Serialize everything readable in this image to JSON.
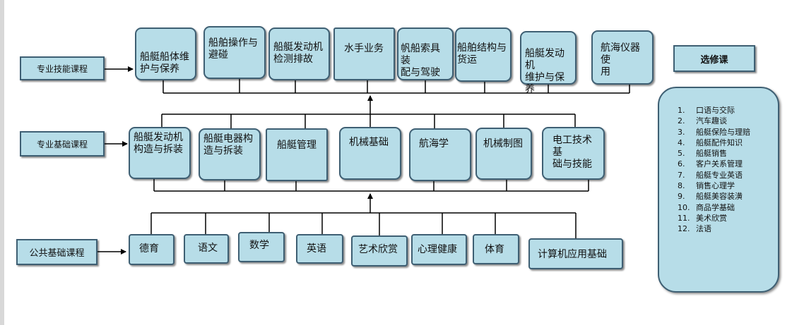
{
  "categories": {
    "skill": "专业技能课程",
    "basic": "专业基础课程",
    "public": "公共基础课程"
  },
  "skill_courses": [
    [
      "船艇船体维",
      "护与保养"
    ],
    [
      "船舶操作与",
      "避碰"
    ],
    [
      "船艇发动机",
      "检测排故"
    ],
    [
      "水手业务"
    ],
    [
      "帆船索具装",
      "配与驾驶"
    ],
    [
      "船舶结构与",
      "货运"
    ],
    [
      "船艇发动机",
      "维护与保养"
    ],
    [
      "航海仪器使",
      "用"
    ]
  ],
  "basic_courses": [
    [
      "船艇发动机",
      "构造与拆装"
    ],
    [
      "船艇电器构",
      "造与拆装"
    ],
    [
      "船艇管理"
    ],
    [
      "机械基础"
    ],
    [
      "航海学"
    ],
    [
      "机械制图"
    ],
    [
      "电工技术基",
      "础与技能"
    ]
  ],
  "public_courses": [
    "德育",
    "语文",
    "数学",
    "英语",
    "艺术欣赏",
    "心理健康",
    "体育",
    "计算机应用基础"
  ],
  "elective": {
    "title": "选修课",
    "items": [
      {
        "num": "1.",
        "label": "口语与交际"
      },
      {
        "num": "2.",
        "label": "汽车趣谈"
      },
      {
        "num": "3.",
        "label": "船艇保险与理赔"
      },
      {
        "num": "4.",
        "label": "船艇配件知识"
      },
      {
        "num": "5.",
        "label": "船艇销售"
      },
      {
        "num": "6.",
        "label": "客户关系管理"
      },
      {
        "num": "7.",
        "label": "船艇专业英语"
      },
      {
        "num": "8.",
        "label": "销售心理学"
      },
      {
        "num": "9.",
        "label": "船艇美容装潢"
      },
      {
        "num": "10.",
        "label": "商品学基础"
      },
      {
        "num": "11.",
        "label": "美术欣赏"
      },
      {
        "num": "12.",
        "label": "法语"
      }
    ]
  }
}
